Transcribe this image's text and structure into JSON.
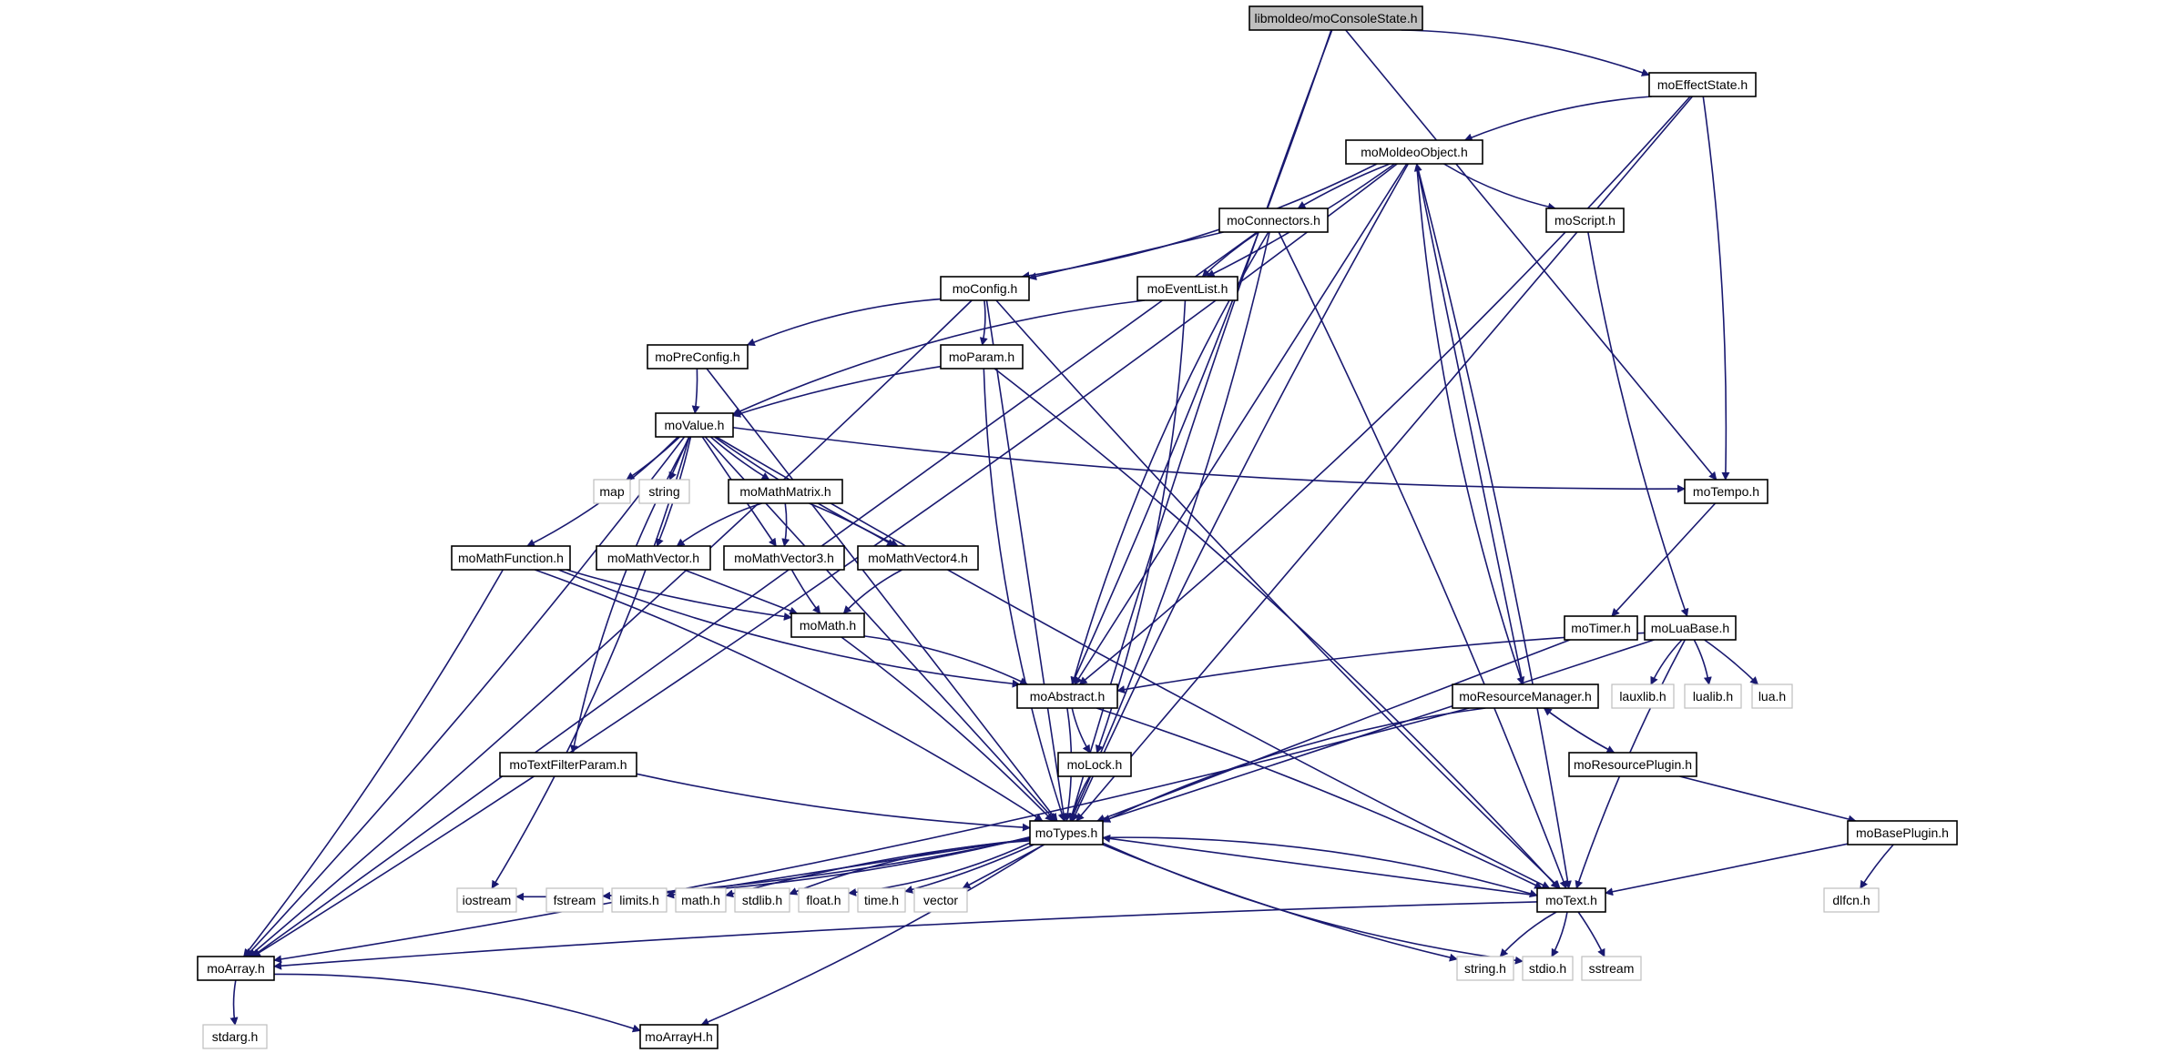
{
  "title": "libmoldeo/moConsoleState.h",
  "colors": {
    "edge": "#191970",
    "root_fill": "#bfbfbf",
    "node_border": "#000000",
    "external_border": "#bfbfbf",
    "node_fill": "#ffffff"
  },
  "nodes": [
    {
      "id": "root",
      "label": "libmoldeo/moConsoleState.h",
      "kind": "root"
    },
    {
      "id": "effectstate",
      "label": "moEffectState.h",
      "kind": "internal"
    },
    {
      "id": "moldeoobject",
      "label": "moMoldeoObject.h",
      "kind": "internal"
    },
    {
      "id": "connectors",
      "label": "moConnectors.h",
      "kind": "internal"
    },
    {
      "id": "script",
      "label": "moScript.h",
      "kind": "internal"
    },
    {
      "id": "config",
      "label": "moConfig.h",
      "kind": "internal"
    },
    {
      "id": "eventlist",
      "label": "moEventList.h",
      "kind": "internal"
    },
    {
      "id": "preconfig",
      "label": "moPreConfig.h",
      "kind": "internal"
    },
    {
      "id": "param",
      "label": "moParam.h",
      "kind": "internal"
    },
    {
      "id": "value",
      "label": "moValue.h",
      "kind": "internal"
    },
    {
      "id": "map",
      "label": "map",
      "kind": "external"
    },
    {
      "id": "string",
      "label": "string",
      "kind": "external"
    },
    {
      "id": "mathmatrix",
      "label": "moMathMatrix.h",
      "kind": "internal"
    },
    {
      "id": "tempo",
      "label": "moTempo.h",
      "kind": "internal"
    },
    {
      "id": "mathfunction",
      "label": "moMathFunction.h",
      "kind": "internal"
    },
    {
      "id": "mathvector",
      "label": "moMathVector.h",
      "kind": "internal"
    },
    {
      "id": "mathvector3",
      "label": "moMathVector3.h",
      "kind": "internal"
    },
    {
      "id": "mathvector4",
      "label": "moMathVector4.h",
      "kind": "internal"
    },
    {
      "id": "math",
      "label": "moMath.h",
      "kind": "internal"
    },
    {
      "id": "timer",
      "label": "moTimer.h",
      "kind": "internal"
    },
    {
      "id": "luabase",
      "label": "moLuaBase.h",
      "kind": "internal"
    },
    {
      "id": "abstract",
      "label": "moAbstract.h",
      "kind": "internal"
    },
    {
      "id": "resourcemanager",
      "label": "moResourceManager.h",
      "kind": "internal"
    },
    {
      "id": "lauxlib",
      "label": "lauxlib.h",
      "kind": "external"
    },
    {
      "id": "lualib",
      "label": "lualib.h",
      "kind": "external"
    },
    {
      "id": "lua",
      "label": "lua.h",
      "kind": "external"
    },
    {
      "id": "textfilterparam",
      "label": "moTextFilterParam.h",
      "kind": "internal"
    },
    {
      "id": "lock",
      "label": "moLock.h",
      "kind": "internal"
    },
    {
      "id": "resourceplugin",
      "label": "moResourcePlugin.h",
      "kind": "internal"
    },
    {
      "id": "types",
      "label": "moTypes.h",
      "kind": "internal"
    },
    {
      "id": "baseplugin",
      "label": "moBasePlugin.h",
      "kind": "internal"
    },
    {
      "id": "iostream",
      "label": "iostream",
      "kind": "external"
    },
    {
      "id": "fstream",
      "label": "fstream",
      "kind": "external"
    },
    {
      "id": "limits",
      "label": "limits.h",
      "kind": "external"
    },
    {
      "id": "mathh",
      "label": "math.h",
      "kind": "external"
    },
    {
      "id": "stdlib",
      "label": "stdlib.h",
      "kind": "external"
    },
    {
      "id": "float",
      "label": "float.h",
      "kind": "external"
    },
    {
      "id": "time",
      "label": "time.h",
      "kind": "external"
    },
    {
      "id": "vector",
      "label": "vector",
      "kind": "external"
    },
    {
      "id": "text",
      "label": "moText.h",
      "kind": "internal"
    },
    {
      "id": "dlfcn",
      "label": "dlfcn.h",
      "kind": "external"
    },
    {
      "id": "array",
      "label": "moArray.h",
      "kind": "internal"
    },
    {
      "id": "stringh",
      "label": "string.h",
      "kind": "external"
    },
    {
      "id": "stdio",
      "label": "stdio.h",
      "kind": "external"
    },
    {
      "id": "sstream",
      "label": "sstream",
      "kind": "external"
    },
    {
      "id": "stdarg",
      "label": "stdarg.h",
      "kind": "external"
    },
    {
      "id": "arrayh",
      "label": "moArrayH.h",
      "kind": "internal"
    }
  ],
  "edges": [
    [
      "root",
      "effectstate"
    ],
    [
      "root",
      "abstract"
    ],
    [
      "root",
      "tempo"
    ],
    [
      "root",
      "types"
    ],
    [
      "effectstate",
      "moldeoobject"
    ],
    [
      "effectstate",
      "abstract"
    ],
    [
      "effectstate",
      "tempo"
    ],
    [
      "effectstate",
      "types"
    ],
    [
      "moldeoobject",
      "connectors"
    ],
    [
      "moldeoobject",
      "script"
    ],
    [
      "moldeoobject",
      "config"
    ],
    [
      "moldeoobject",
      "eventlist"
    ],
    [
      "moldeoobject",
      "abstract"
    ],
    [
      "moldeoobject",
      "types"
    ],
    [
      "moldeoobject",
      "resourcemanager"
    ],
    [
      "moldeoobject",
      "array"
    ],
    [
      "moldeoobject",
      "text"
    ],
    [
      "connectors",
      "config"
    ],
    [
      "connectors",
      "eventlist"
    ],
    [
      "connectors",
      "abstract"
    ],
    [
      "connectors",
      "types"
    ],
    [
      "connectors",
      "text"
    ],
    [
      "connectors",
      "array"
    ],
    [
      "script",
      "luabase"
    ],
    [
      "config",
      "preconfig"
    ],
    [
      "config",
      "param"
    ],
    [
      "config",
      "array"
    ],
    [
      "config",
      "types"
    ],
    [
      "config",
      "text"
    ],
    [
      "eventlist",
      "value"
    ],
    [
      "eventlist",
      "lock"
    ],
    [
      "preconfig",
      "value"
    ],
    [
      "preconfig",
      "types"
    ],
    [
      "param",
      "value"
    ],
    [
      "param",
      "types"
    ],
    [
      "param",
      "text"
    ],
    [
      "value",
      "map"
    ],
    [
      "value",
      "string"
    ],
    [
      "value",
      "mathmatrix"
    ],
    [
      "value",
      "tempo"
    ],
    [
      "value",
      "mathfunction"
    ],
    [
      "value",
      "mathvector"
    ],
    [
      "value",
      "mathvector3"
    ],
    [
      "value",
      "mathvector4"
    ],
    [
      "value",
      "textfilterparam"
    ],
    [
      "value",
      "iostream"
    ],
    [
      "value",
      "array"
    ],
    [
      "value",
      "types"
    ],
    [
      "value",
      "text"
    ],
    [
      "mathmatrix",
      "mathvector"
    ],
    [
      "mathmatrix",
      "mathvector3"
    ],
    [
      "mathmatrix",
      "mathvector4"
    ],
    [
      "tempo",
      "timer"
    ],
    [
      "mathfunction",
      "math"
    ],
    [
      "mathfunction",
      "abstract"
    ],
    [
      "mathfunction",
      "types"
    ],
    [
      "mathfunction",
      "array"
    ],
    [
      "mathvector",
      "math"
    ],
    [
      "mathvector3",
      "math"
    ],
    [
      "mathvector4",
      "math"
    ],
    [
      "math",
      "abstract"
    ],
    [
      "math",
      "types"
    ],
    [
      "timer",
      "types"
    ],
    [
      "luabase",
      "abstract"
    ],
    [
      "luabase",
      "lauxlib"
    ],
    [
      "luabase",
      "lualib"
    ],
    [
      "luabase",
      "lua"
    ],
    [
      "luabase",
      "types"
    ],
    [
      "luabase",
      "text"
    ],
    [
      "abstract",
      "lock"
    ],
    [
      "abstract",
      "types"
    ],
    [
      "abstract",
      "text"
    ],
    [
      "resourcemanager",
      "moldeoobject"
    ],
    [
      "resourcemanager",
      "resourceplugin"
    ],
    [
      "resourcemanager",
      "types"
    ],
    [
      "resourcemanager",
      "array"
    ],
    [
      "resourceplugin",
      "resourcemanager"
    ],
    [
      "resourceplugin",
      "baseplugin"
    ],
    [
      "textfilterparam",
      "types"
    ],
    [
      "lock",
      "types"
    ],
    [
      "types",
      "iostream"
    ],
    [
      "types",
      "fstream"
    ],
    [
      "types",
      "limits"
    ],
    [
      "types",
      "mathh"
    ],
    [
      "types",
      "stdlib"
    ],
    [
      "types",
      "float"
    ],
    [
      "types",
      "time"
    ],
    [
      "types",
      "vector"
    ],
    [
      "types",
      "stringh"
    ],
    [
      "types",
      "stdio"
    ],
    [
      "types",
      "text"
    ],
    [
      "types",
      "arrayh"
    ],
    [
      "text",
      "types"
    ],
    [
      "text",
      "array"
    ],
    [
      "text",
      "stringh"
    ],
    [
      "text",
      "stdio"
    ],
    [
      "text",
      "sstream"
    ],
    [
      "baseplugin",
      "text"
    ],
    [
      "baseplugin",
      "dlfcn"
    ],
    [
      "array",
      "stdarg"
    ],
    [
      "array",
      "arrayh"
    ]
  ]
}
